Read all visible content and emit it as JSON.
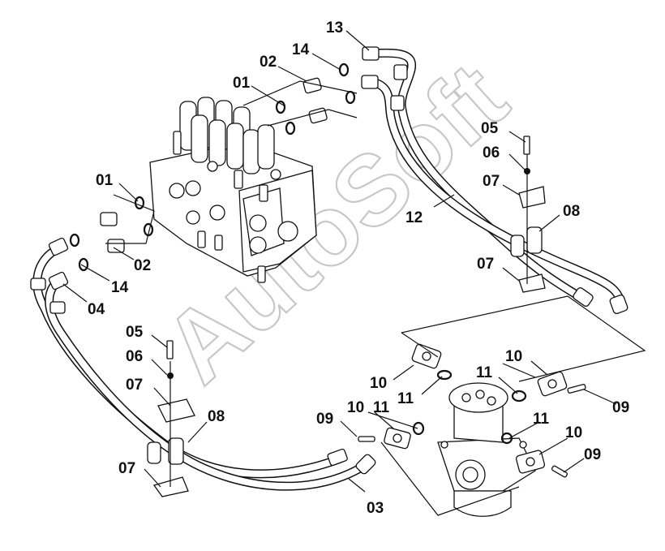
{
  "watermark": "AutoSoft",
  "labels": {
    "l01a": "01",
    "l01b": "01",
    "l02a": "02",
    "l02b": "02",
    "l03": "03",
    "l04": "04",
    "l05a": "05",
    "l05b": "05",
    "l06a": "06",
    "l06b": "06",
    "l07a": "07",
    "l07b": "07",
    "l07c": "07",
    "l07d": "07",
    "l08a": "08",
    "l08b": "08",
    "l09a": "09",
    "l09b": "09",
    "l09c": "09",
    "l10a": "10",
    "l10b": "10",
    "l10c": "10",
    "l10d": "10",
    "l11a": "11",
    "l11b": "11",
    "l11c": "11",
    "l11d": "11",
    "l12": "12",
    "l13": "13",
    "l14a": "14",
    "l14b": "14"
  },
  "colors": {
    "ink": "#111111",
    "watermark": "#c8c8c8",
    "background": "#ffffff"
  }
}
